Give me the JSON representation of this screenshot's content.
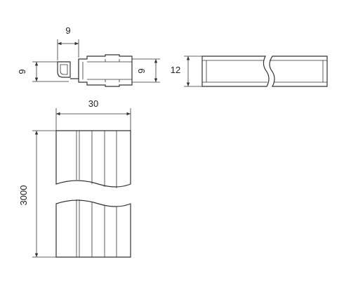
{
  "profile_section": {
    "width_label": "9",
    "left_height_label": "9",
    "right_height_label": "9"
  },
  "side_view": {
    "height_label": "12"
  },
  "front_view": {
    "width_label": "30",
    "length_label": "3000"
  }
}
